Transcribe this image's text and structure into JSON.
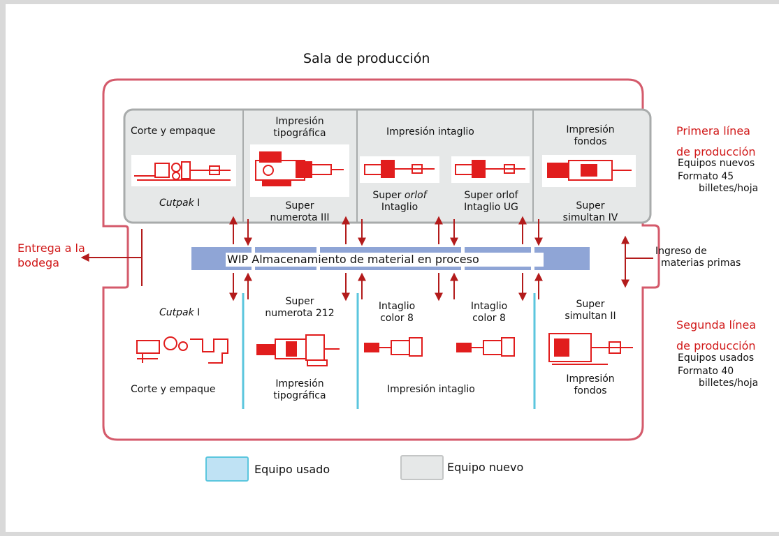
{
  "title": "Sala de producción",
  "wip_label": "WIP Almacenamiento de material en proceso",
  "left_label": [
    "Entrega a la",
    "bodega"
  ],
  "right_intake": [
    "Ingreso de",
    "materias primas"
  ],
  "first_line": {
    "title": [
      "Primera línea",
      "de producción"
    ],
    "equipment": "Equipos nuevos",
    "format": [
      "Formato 45",
      "billetes/hoja"
    ],
    "sections": [
      {
        "header": "Corte y empaque",
        "machine": "Cutpak",
        "machine_suffix": " I"
      },
      {
        "header": [
          "Impresión",
          "tipográfica"
        ],
        "machine": [
          "Super",
          "numerota III"
        ]
      },
      {
        "header": "Impresión intaglio",
        "machines": [
          {
            "line1a": "Super ",
            "line1b": "orlof",
            "line2": "Intaglio"
          },
          {
            "line1": "Super orlof",
            "line2": "Intaglio UG"
          }
        ]
      },
      {
        "header": [
          "Impresión",
          "fondos"
        ],
        "machine": [
          "Super",
          "simultan IV"
        ]
      }
    ]
  },
  "second_line": {
    "title": [
      "Segunda línea",
      "de producción"
    ],
    "equipment": "Equipos usados",
    "format": [
      "Formato 40",
      "billetes/hoja"
    ],
    "sections": [
      {
        "machine": "Cutpak",
        "machine_suffix": " I",
        "footer": "Corte y empaque"
      },
      {
        "machine": [
          "Super",
          "numerota 212"
        ],
        "footer": [
          "Impresión",
          "tipográfica"
        ]
      },
      {
        "machines": [
          [
            "Intaglio",
            "color 8"
          ],
          [
            "Intaglio",
            "color 8"
          ]
        ],
        "footer": "Impresión intaglio"
      },
      {
        "machine": [
          "Super",
          "simultan II"
        ],
        "footer": [
          "Impresión",
          "fondos"
        ]
      }
    ]
  },
  "legend": {
    "used": "Equipo usado",
    "new": "Equipo nuevo"
  },
  "colors": {
    "room_border": "#d45a6b",
    "arrow": "#b31b1b",
    "wip_bar": "#8fa5d6",
    "new_panel": "#e6e8e8",
    "used_panel": "#bfe2f4",
    "used_divider": "#5bc6de",
    "machine": "#e11d1d",
    "label_red": "#d11a1a"
  }
}
